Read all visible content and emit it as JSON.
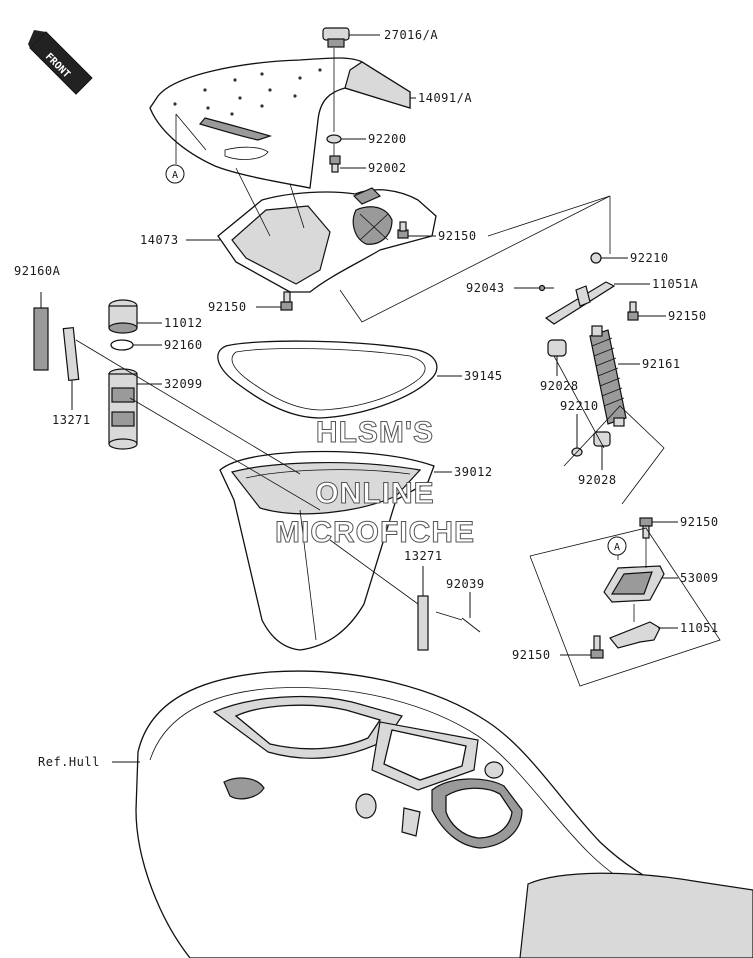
{
  "front_badge": "FRONT",
  "ref_marker": "A",
  "watermark": [
    "HLSM'S",
    "ONLINE",
    "MICROFICHE"
  ],
  "labels": {
    "p27016A": "27016/A",
    "p14091A": "14091/A",
    "p92200": "92200",
    "p92002": "92002",
    "p14073": "14073",
    "p92150_top": "92150",
    "p92150_left": "92150",
    "p92160A": "92160A",
    "p11012": "11012",
    "p92160": "92160",
    "p32099": "32099",
    "p13271_left": "13271",
    "p39145": "39145",
    "p39012": "39012",
    "p13271_mid": "13271",
    "p92039": "92039",
    "p92210_top": "92210",
    "p92043": "92043",
    "p11051A": "11051A",
    "p92150_right": "92150",
    "p92028_top": "92028",
    "p92161": "92161",
    "p92210_mid": "92210",
    "p92028_mid": "92028",
    "p92150_lr": "92150",
    "p53009": "53009",
    "p11051": "11051",
    "p92150_bl": "92150",
    "refhull": "Ref.Hull"
  }
}
